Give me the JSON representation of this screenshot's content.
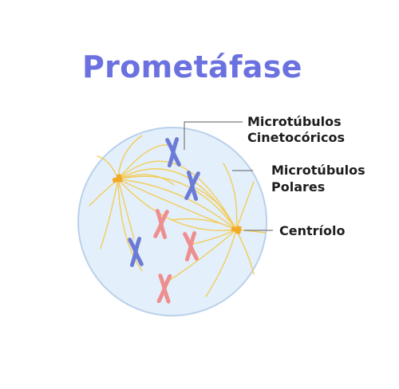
{
  "title": "Prometáfase",
  "labels": {
    "kinetochore_line1": "Microtúbulos",
    "kinetochore_line2": "Cinetocóricos",
    "polar_line1": "Microtúbulos",
    "polar_line2": "Polares",
    "centriole": "Centríolo"
  },
  "colors": {
    "title": "#6b72e0",
    "cell_fill": "#e3effa",
    "cell_stroke": "#b9d1ea",
    "microtubule": "#f2cd5c",
    "centriole": "#f4a828",
    "chromosome_blue": "#6b7bd6",
    "chromosome_pink": "#ee8e8e",
    "leader_line": "#7a7a7a"
  }
}
